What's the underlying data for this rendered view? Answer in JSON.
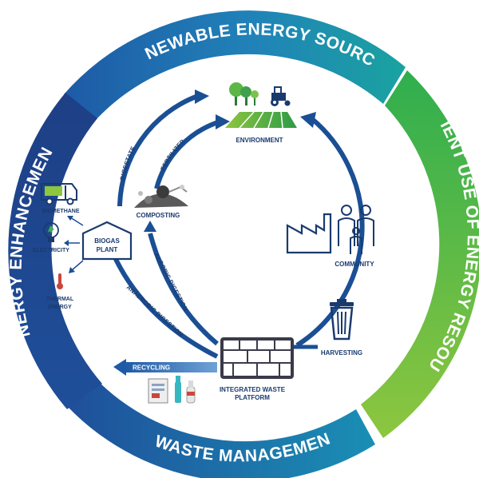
{
  "ring": {
    "top": "RENEWABLE ENERGY SOURCES",
    "right": "EFFICIENT USE OF ENERGY RESOURCES",
    "bottom": "WASTE MANAGEMENT",
    "left": "ENERGY ENHANCEMENT"
  },
  "nodes": {
    "environment": "ENVIRONMENT",
    "community": "COMMUNITY",
    "harvesting": "HARVESTING",
    "platform_line1": "INTEGRATED WASTE",
    "platform_line2": "PLATFORM",
    "composting": "COMPOSTING",
    "biogas_line1": "BIOGAS",
    "biogas_line2": "PLANT",
    "biomethane": "BIOMETHANE",
    "electricity": "ELECTRICITY",
    "thermal_line1": "THERMAL",
    "thermal_line2": "ENERGY"
  },
  "flows": {
    "digestate": "DIGESTATE",
    "fertilizer": "FERTILIZER",
    "aerobic": "AEROBIC DIGESTION",
    "anaerobic": "ANAEROBIC DIGESTION",
    "recycling": "RECYCLING"
  },
  "colors": {
    "navy": "#1a3a6e",
    "blue": "#1f5fa8",
    "teal": "#1aa3a0",
    "green": "#3fb54a",
    "light_green": "#8dc63f"
  }
}
